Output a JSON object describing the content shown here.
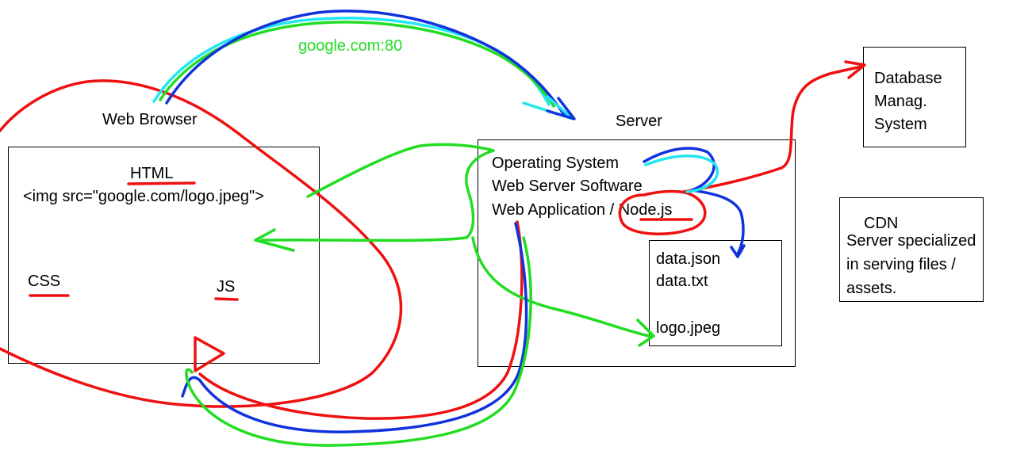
{
  "colors": {
    "red": "#ee1111",
    "green": "#22dd22",
    "blue": "#1133dd",
    "cyan": "#22e6f0",
    "box_border": "#000000",
    "text": "#000000"
  },
  "web_browser": {
    "title": "Web Browser",
    "html": "HTML",
    "img_tag": "<img src=\"google.com/logo.jpeg\">",
    "css": "CSS",
    "js": "JS"
  },
  "server": {
    "title": "Server",
    "lines": [
      "Operating System",
      "Web Server Software",
      "Web Application / Node.js"
    ],
    "files": [
      "data.json",
      "data.txt",
      "logo.jpeg"
    ]
  },
  "dbms": {
    "lines": [
      "Database",
      "Manag.",
      "System"
    ]
  },
  "cdn": {
    "title": "CDN",
    "lines": [
      "Server specialized",
      "in serving files /",
      "assets."
    ]
  },
  "annotations": {
    "url": "google.com:80"
  }
}
